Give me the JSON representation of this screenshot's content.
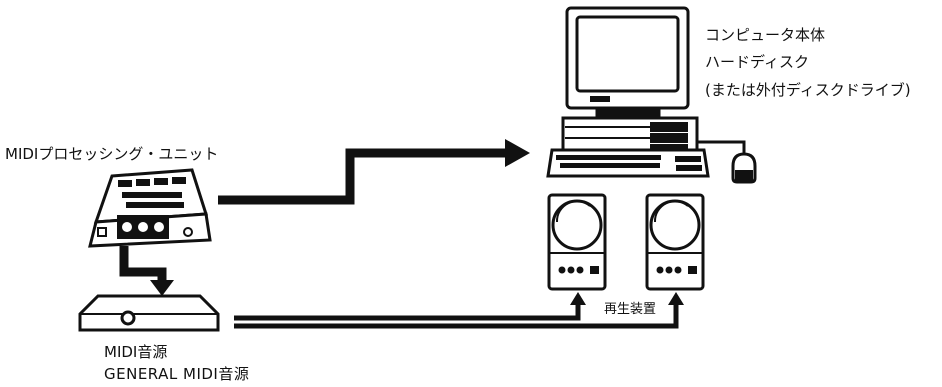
{
  "labels": {
    "computer_body": "コンピュータ本体",
    "hard_disk": "ハードディスク",
    "external_drive": "(または外付ディスクドライブ)",
    "midi_processing_unit": "MIDIプロセッシング・ユニット",
    "playback_device": "再生装置",
    "midi_sound_source": "MIDI音源",
    "general_midi_sound_source": "GENERAL MIDI音源"
  },
  "colors": {
    "ink": "#111111",
    "paper": "#ffffff",
    "screen": "#ffffff"
  }
}
